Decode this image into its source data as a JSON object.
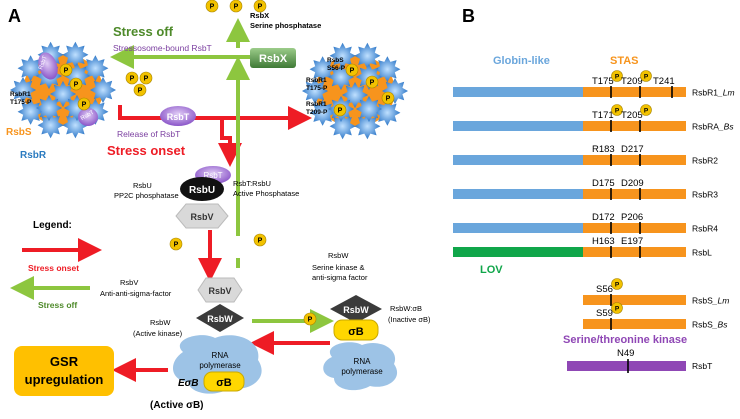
{
  "colors": {
    "stress_onset": "#ee1c25",
    "stress_off": "#8dc63f",
    "stress_off_text": "#4e8a2a",
    "globin": "#6aa6dc",
    "stas": "#f7941d",
    "lov": "#10a64a",
    "kinase": "#8f47b5",
    "purple_text": "#7b3fa0",
    "rsbr_blue": "#2b7bc0",
    "rsbs_orange": "#f7941d",
    "rsbt": "#9b6fd0",
    "phospho": "#f2c200",
    "rsbx": "#4d8b3f",
    "polymerase": "#9dc3e6",
    "sigma": "#ffd700",
    "gsr_box": "#ffc000"
  },
  "panel_a": {
    "label": "A",
    "phospho_label": "P",
    "stress_off": "Stress off",
    "stressosome_bound": "Stressosome-bound RsbT",
    "rsbx_phosphatase": "RsbX",
    "rsbx_phosphatase_desc": "Serine phosphatase",
    "rsbx_node": "RsbX",
    "stress_onset": "Stress onset",
    "release": "Release of RsbT",
    "rsbt": "RsbT",
    "rsbs": "RsbS",
    "rsbr": "RsbR",
    "left_cluster": {
      "rsbt_tag": "RsbT",
      "rsbr1": "RsbR1",
      "t175p": "T175-P",
      "rsbt_tag2": "RsbT"
    },
    "right_cluster": {
      "rsbs_tag": "RsbS",
      "s56p": "S56-P",
      "rsbr1_a": "RsbR1",
      "t175p": "T175-P",
      "rsbr1_b": "RsbR1",
      "t209p": "T209-P"
    },
    "rsbu_title": "RsbU",
    "rsbu_desc": "PP2C phosphatase",
    "rsbt_small": "RsbT",
    "rsbu_node": "RsbU",
    "rsbtu_title": "RsbT:RsbU",
    "rsbtu_desc": "Active Phosphatase",
    "rsbv": "RsbV",
    "legend_title": "Legend:",
    "legend_onset": "Stress onset",
    "legend_off": "Stress off",
    "rsbv_title": "RsbV",
    "rsbv_desc": "Anti-anti-sigma-factor",
    "rsbv2": "RsbV",
    "rsbw_left_title": "RsbW",
    "rsbw_left_desc": "(Active kinase)",
    "rsbw2": "RsbW",
    "rsbw_right_title": "RsbW",
    "rsbw_right_desc1": "Serine kinase &",
    "rsbw_right_desc2": "anti-sigma factor",
    "rsbw3": "RsbW",
    "sigma_b": "σB",
    "rsbw_sigma_title": "RsbW:σB",
    "rsbw_sigma_desc": "(Inactive σB)",
    "rna_pol": "RNA",
    "rna_pol2": "polymerase",
    "gsr1": "GSR",
    "gsr2": "upregulation",
    "esigma": "EσB",
    "active_sigma": "(Active σB)"
  },
  "panel_b": {
    "label": "B",
    "globin": "Globin-like",
    "stas": "STAS",
    "lov": "LOV",
    "kinase": "Serine/threonine kinase",
    "rows": [
      {
        "name": "RsbR1",
        "suffix": "_Lm",
        "sites": [
          "T175",
          "T209",
          "T241"
        ],
        "phospho": [
          true,
          true,
          false
        ],
        "domain": "globin"
      },
      {
        "name": "RsbRA",
        "suffix": "_Bs",
        "sites": [
          "T171",
          "T205"
        ],
        "phospho": [
          true,
          true
        ],
        "domain": "globin"
      },
      {
        "name": "RsbR2",
        "suffix": "",
        "sites": [
          "R183",
          "D217"
        ],
        "phospho": [
          false,
          false
        ],
        "domain": "globin"
      },
      {
        "name": "RsbR3",
        "suffix": "",
        "sites": [
          "D175",
          "D209"
        ],
        "phospho": [
          false,
          false
        ],
        "domain": "globin"
      },
      {
        "name": "RsbR4",
        "suffix": "",
        "sites": [
          "D172",
          "P206"
        ],
        "phospho": [
          false,
          false
        ],
        "domain": "globin"
      },
      {
        "name": "RsbL",
        "suffix": "",
        "sites": [
          "H163",
          "E197"
        ],
        "phospho": [
          false,
          false
        ],
        "domain": "lov"
      },
      {
        "name": "RsbS",
        "suffix": "_Lm",
        "sites": [
          "S56"
        ],
        "phospho": [
          true
        ],
        "domain": "none"
      },
      {
        "name": "RsbS",
        "suffix": "_Bs",
        "sites": [
          "S59"
        ],
        "phospho": [
          true
        ],
        "domain": "none"
      }
    ],
    "rsbt_row": {
      "name": "RsbT",
      "site": "N49"
    }
  }
}
